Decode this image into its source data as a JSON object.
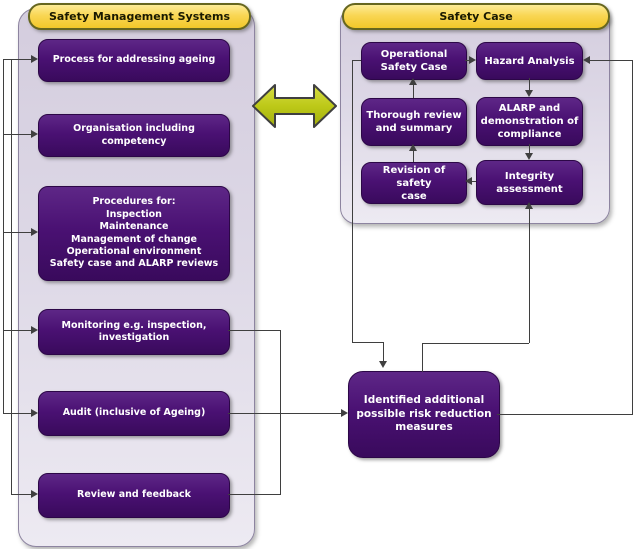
{
  "sms_panel": {
    "header": "Safety Management Systems",
    "boxes": [
      {
        "label": "Process for addressing ageing"
      },
      {
        "label": "Organisation including competency"
      },
      {
        "label": "Procedures for:\nInspection\nMaintenance\nManagement of change\nOperational environment\nSafety case and ALARP reviews"
      },
      {
        "label": "Monitoring e.g. inspection,\ninvestigation"
      },
      {
        "label": "Audit (inclusive of Ageing)"
      },
      {
        "label": "Review and feedback"
      }
    ]
  },
  "safety_case_panel": {
    "header": "Safety Case",
    "boxes": [
      {
        "label": "Operational\nSafety Case"
      },
      {
        "label": "Hazard Analysis"
      },
      {
        "label": "Thorough review\nand summary"
      },
      {
        "label": "ALARP and\ndemonstration of\ncompliance"
      },
      {
        "label": "Revision of safety\ncase"
      },
      {
        "label": "Integrity\nassessment"
      }
    ]
  },
  "output_box": {
    "label": "Identified additional\npossible risk reduction\nmeasures"
  },
  "colors": {
    "node_purple": "#4a1173",
    "panel_lavender": "#dcd5e4",
    "header_yellow": "#f6cf35",
    "header_border_olive": "#66661f",
    "double_arrow_green": "#bdc918",
    "connector_gray": "#3f3f3f"
  }
}
